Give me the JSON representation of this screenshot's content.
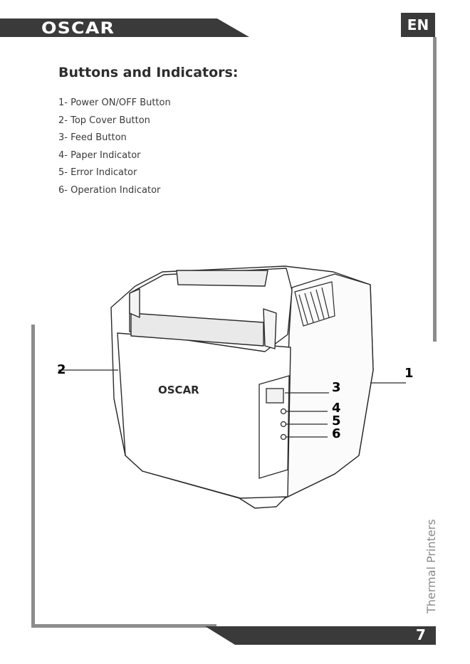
{
  "header": {
    "brand": "OSCAR",
    "language": "EN"
  },
  "section": {
    "title": "Buttons and Indicators:",
    "items": [
      "1- Power ON/OFF Button",
      "2- Top Cover Button",
      "3- Feed Button",
      "4- Paper Indicator",
      "5- Error Indicator",
      "6- Operation Indicator"
    ]
  },
  "figure": {
    "printer_brand": "OSCAR",
    "callouts": [
      "1",
      "2",
      "3",
      "4",
      "5",
      "6"
    ]
  },
  "sidebar": {
    "label": "Thermal Printers"
  },
  "footer": {
    "page_number": "7"
  }
}
